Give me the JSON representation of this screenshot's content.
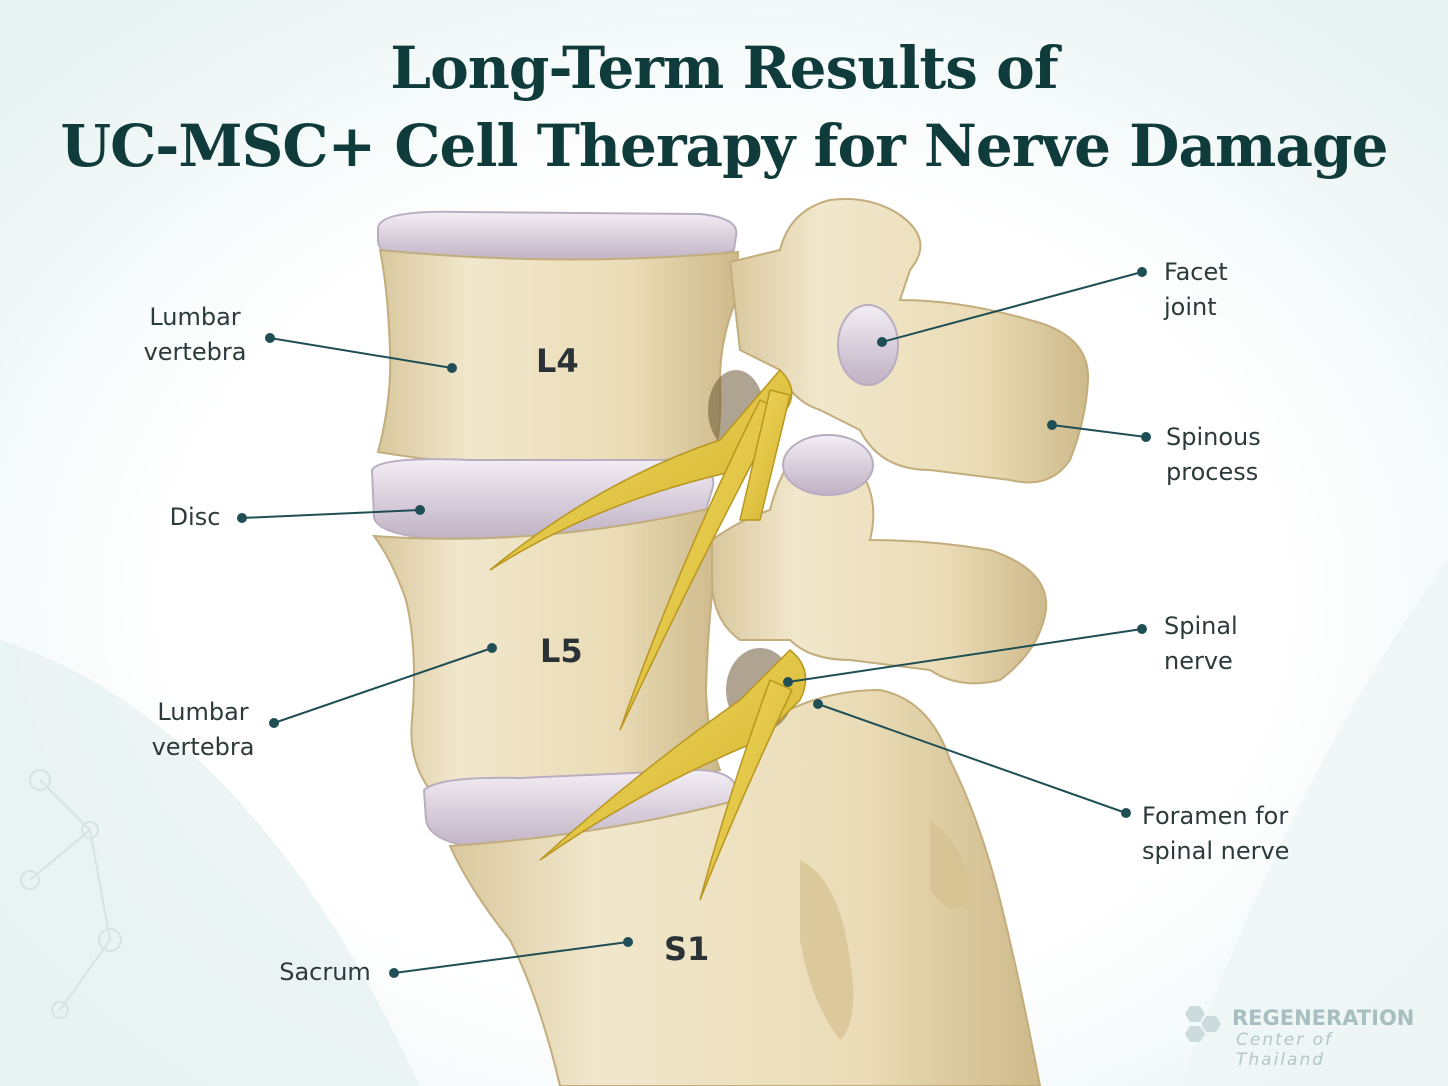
{
  "title": {
    "line1": "Long-Term Results of",
    "line2": "UC-MSC+ Cell Therapy for Nerve Damage"
  },
  "vertebrae": {
    "l4": "L4",
    "l5": "L5",
    "s1": "S1"
  },
  "labels": {
    "lumbar_vertebra_top": [
      "Lumbar",
      "vertebra"
    ],
    "disc": "Disc",
    "lumbar_vertebra_bottom": [
      "Lumbar",
      "vertebra"
    ],
    "sacrum": "Sacrum",
    "facet_joint": [
      "Facet",
      "joint"
    ],
    "spinous_process": [
      "Spinous",
      "process"
    ],
    "spinal_nerve": [
      "Spinal",
      "nerve"
    ],
    "foramen": [
      "Foramen for",
      "spinal nerve"
    ]
  },
  "brand": {
    "name": "REGENERATION",
    "subtitle": "Center of Thailand"
  },
  "colors": {
    "title": "#0f3c3a",
    "bone": "#eee3c6",
    "disc": "#ddd4e0",
    "nerve": "#e2c53e",
    "leader": "#1f4f55"
  }
}
